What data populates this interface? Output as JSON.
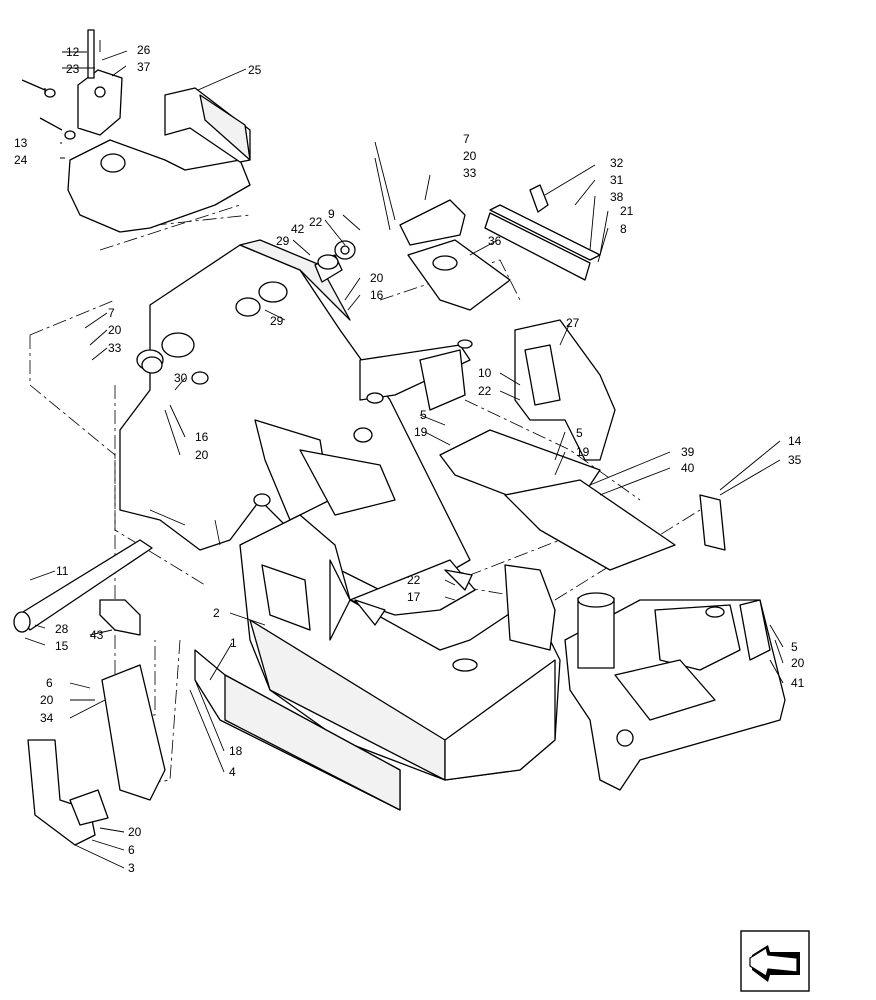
{
  "diagram": {
    "callouts": [
      {
        "id": "c12",
        "text": "12"
      },
      {
        "id": "c26",
        "text": "26"
      },
      {
        "id": "c23",
        "text": "23"
      },
      {
        "id": "c37",
        "text": "37"
      },
      {
        "id": "c25",
        "text": "25"
      },
      {
        "id": "c13",
        "text": "13"
      },
      {
        "id": "c24",
        "text": "24"
      },
      {
        "id": "c7a",
        "text": "7"
      },
      {
        "id": "c20a",
        "text": "20"
      },
      {
        "id": "c33a",
        "text": "33"
      },
      {
        "id": "c32",
        "text": "32"
      },
      {
        "id": "c31",
        "text": "31"
      },
      {
        "id": "c38",
        "text": "38"
      },
      {
        "id": "c21",
        "text": "21"
      },
      {
        "id": "c8",
        "text": "8"
      },
      {
        "id": "c9",
        "text": "9"
      },
      {
        "id": "c22a",
        "text": "22"
      },
      {
        "id": "c42",
        "text": "42"
      },
      {
        "id": "c29a",
        "text": "29"
      },
      {
        "id": "c36",
        "text": "36"
      },
      {
        "id": "c20b",
        "text": "20"
      },
      {
        "id": "c16a",
        "text": "16"
      },
      {
        "id": "c7b",
        "text": "7"
      },
      {
        "id": "c20c",
        "text": "20"
      },
      {
        "id": "c33b",
        "text": "33"
      },
      {
        "id": "c29b",
        "text": "29"
      },
      {
        "id": "c30",
        "text": "30"
      },
      {
        "id": "c27",
        "text": "27"
      },
      {
        "id": "c10",
        "text": "10"
      },
      {
        "id": "c22b",
        "text": "22"
      },
      {
        "id": "c16b",
        "text": "16"
      },
      {
        "id": "c20d",
        "text": "20"
      },
      {
        "id": "c5a",
        "text": "5"
      },
      {
        "id": "c19a",
        "text": "19"
      },
      {
        "id": "c5b",
        "text": "5"
      },
      {
        "id": "c19b",
        "text": "19"
      },
      {
        "id": "c39",
        "text": "39"
      },
      {
        "id": "c40",
        "text": "40"
      },
      {
        "id": "c14",
        "text": "14"
      },
      {
        "id": "c35",
        "text": "35"
      },
      {
        "id": "c11",
        "text": "11"
      },
      {
        "id": "c2",
        "text": "2"
      },
      {
        "id": "c22c",
        "text": "22"
      },
      {
        "id": "c17",
        "text": "17"
      },
      {
        "id": "c28",
        "text": "28"
      },
      {
        "id": "c15",
        "text": "15"
      },
      {
        "id": "c43",
        "text": "43"
      },
      {
        "id": "c1",
        "text": "1"
      },
      {
        "id": "c5c",
        "text": "5"
      },
      {
        "id": "c20e",
        "text": "20"
      },
      {
        "id": "c41",
        "text": "41"
      },
      {
        "id": "c6a",
        "text": "6"
      },
      {
        "id": "c20f",
        "text": "20"
      },
      {
        "id": "c34",
        "text": "34"
      },
      {
        "id": "c18",
        "text": "18"
      },
      {
        "id": "c4",
        "text": "4"
      },
      {
        "id": "c20g",
        "text": "20"
      },
      {
        "id": "c6b",
        "text": "6"
      },
      {
        "id": "c3",
        "text": "3"
      }
    ]
  },
  "icons": {
    "navigation": "next-page-arrow-icon"
  }
}
